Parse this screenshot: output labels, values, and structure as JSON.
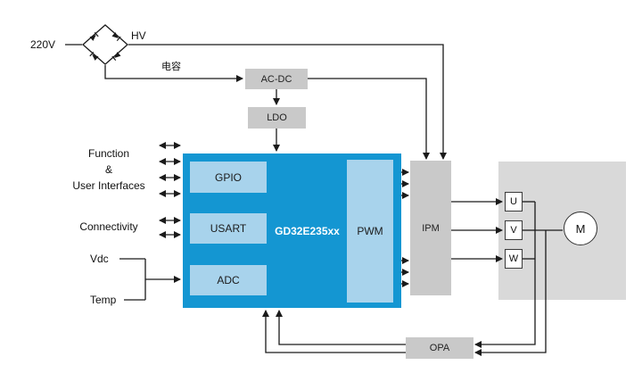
{
  "diagram": {
    "source": {
      "voltage": "220V",
      "hv_label": "HV",
      "capacitor_label": "电容"
    },
    "power_blocks": {
      "acdc": "AC-DC",
      "ldo": "LDO",
      "ipm": "IPM",
      "opa": "OPA"
    },
    "mcu": {
      "name": "GD32E235xx",
      "peripherals": {
        "gpio": "GPIO",
        "usart": "USART",
        "adc": "ADC",
        "pwm": "PWM"
      }
    },
    "left_labels": {
      "function1": "Function",
      "function2": "&",
      "function3": "User Interfaces",
      "connectivity": "Connectivity",
      "vdc": "Vdc",
      "temp": "Temp"
    },
    "motor": {
      "phase_u": "U",
      "phase_v": "V",
      "phase_w": "W",
      "motor_symbol": "M"
    }
  },
  "colors": {
    "mcu_blue": "#1496d2",
    "inner_blue": "#a8d3ec",
    "block_gray": "#c9c9c9",
    "motor_gray": "#d9d9d9",
    "line": "#1a1a1a"
  }
}
